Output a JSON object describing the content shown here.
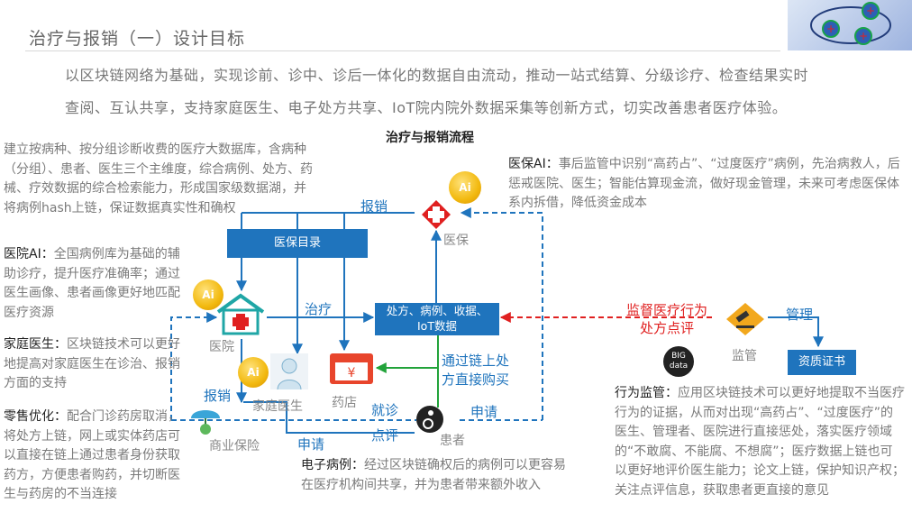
{
  "page": {
    "title": "治疗与报销（一）设计目标",
    "intro_line1": "以区块链网络为基础，实现诊前、诊中、诊后一体化的数据自由流动，推动一站式结算、分级诊疗、检查结果实时",
    "intro_line2": "查阅、互认共享，支持家庭医生、电子处方共享、IoT院内院外数据采集等创新方式，切实改善患者医疗体验。"
  },
  "diagram": {
    "title": "治疗与报销流程",
    "nodes": {
      "medical_catalog": "医保目录",
      "data_box_l1": "处方、病例、收据、",
      "data_box_l2": "IoT数据",
      "cert": "资质证书",
      "hospital": "医院",
      "family_doctor": "家庭医生",
      "pharmacy": "药店",
      "insurance": "医保",
      "commercial_insurance": "商业保险",
      "patient": "患者",
      "supervision": "监管",
      "bigdata_l1": "BIG",
      "bigdata_l2": "data",
      "coin": "Ai"
    },
    "edge_labels": {
      "reimburse_top": "报销",
      "treatment": "治疗",
      "reimburse_left": "报销",
      "apply_bottom": "申请",
      "apply_right": "申请",
      "visit": "就诊",
      "review": "点评",
      "chain_buy_l1": "通过链上处",
      "chain_buy_l2": "方直接购买",
      "supervise_l1": "监督医疗行为",
      "supervise_l2": "处方点评",
      "manage": "管理"
    }
  },
  "panels": {
    "bigdata": "建立按病种、按分组诊断收费的医疗大数据库，含病种（分组）、患者、医生三个主维度，综合病例、处方、药械、疗效数据的综合检索能力，形成国家级数据湖，并将病例hash上链，保证数据真实性和确权",
    "hospital_ai_label": "医院AI：",
    "hospital_ai": "全国病例库为基础的辅助诊疗，提升医疗准确率；通过医生画像、患者画像更好地匹配医疗资源",
    "family_doctor_label": "家庭医生：",
    "family_doctor": "区块链技术可以更好地提高对家庭医生在诊治、报销方面的支持",
    "retail_label": "零售优化：",
    "retail": "配合门诊药房取消，将处方上链，网上或实体药店可以直接在链上通过患者身份获取药方，方便患者购药，并切断医生与药房的不当连接",
    "emr_label": "电子病例：",
    "emr": "经过区块链确权后的病例可以更容易在医疗机构间共享，并为患者带来额外收入",
    "insurance_ai_label": "医保AI：",
    "insurance_ai": "事后监管中识别“高药占”、“过度医疗”病例，先治病救人，后惩戒医院、医生；智能估算现金流，做好现金管理，未来可考虑医保体系内拆借，降低资金成本",
    "conduct_label": "行为监管：",
    "conduct": "应用区块链技术可以更好地提取不当医疗行为的证据，从而对出现“高药占”、“过度医疗”的医生、管理者、医院进行直接惩处，落实医疗领域的“不敢腐、不能腐、不想腐”；医疗数据上链也可以更好地评价医生能力；论文上链，保护知识产权；关注点评信息，获取患者更直接的意见"
  },
  "colors": {
    "accent_blue": "#1f74bd",
    "red": "#e02020",
    "green": "#22a33a",
    "coin": "#f2b90f"
  }
}
